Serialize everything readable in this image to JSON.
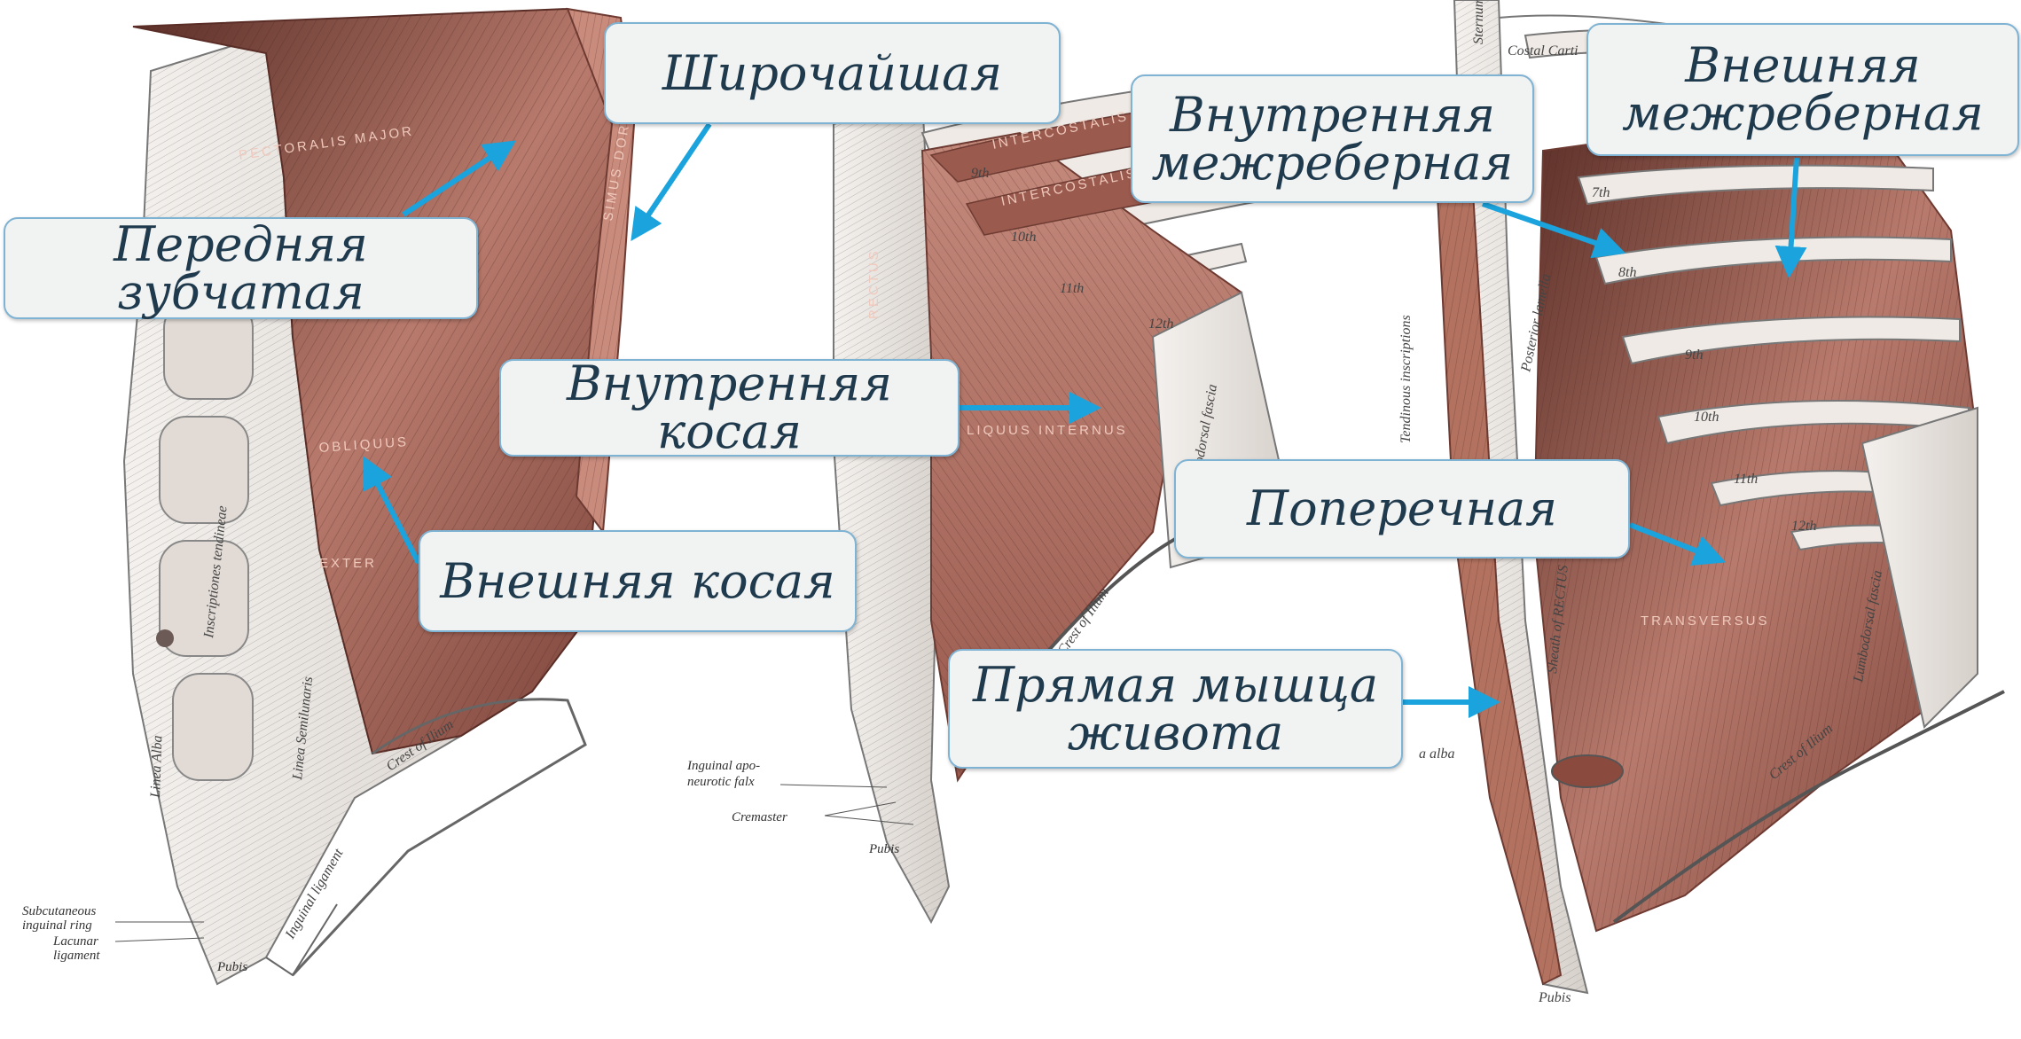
{
  "labels": {
    "latissimus": "Широчайшая",
    "serratus": "Передняя зубчатая",
    "internal_oblique": "Внутренняя косая",
    "external_oblique": "Внешняя косая",
    "internal_intercostal_1": "Внутренняя",
    "internal_intercostal_2": "межреберная",
    "external_intercostal_1": "Внешняя",
    "external_intercostal_2": "межреберная",
    "transverse": "Поперечная",
    "rectus_1": "Прямая мышца",
    "rectus_2": "живота"
  },
  "figure_text": {
    "pectoralis_major": "PECTORALIS MAJOR",
    "latissimus_dorsi": "SIMUS DOR",
    "obliquus": "OBLIQUUS",
    "exter": "EXTER",
    "linea_alba": "Linea Alba",
    "linea_semilunaris": "Linea Semilunaris",
    "inscriptiones_tendineae": "Inscriptiones tendineae",
    "crest_of_ilium_1": "Crest of Ilium",
    "inguinal_ligament": "Inguinal ligament",
    "subcutaneous_ring_1": "Subcutaneous",
    "subcutaneous_ring_2": "inguinal ring",
    "lacunar_1": "Lacunar",
    "lacunar_2": "ligament",
    "pubis_1": "Pubis",
    "intercostalis_ext": "INTERCOSTALIS EXT",
    "intercostalis_int": "INTERCOSTALIS INTERN",
    "rib_9": "9th",
    "rib_10": "10th",
    "rib_11": "11th",
    "rib_12": "12th",
    "rectus": "RECTUS",
    "obliquus_internus": "LIQUUS INTERNUS",
    "lumbodorsal": "Lumbodorsal fascia",
    "crest_of_ilium_2": "Crest of Ilium",
    "inguinal_apo_1": "Inguinal apo-",
    "inguinal_apo_2": "neurotic falx",
    "cremaster": "Cremaster",
    "pubis_2": "Pubis",
    "sternum": "Sternum",
    "costal_cartilage": "Costal Carti",
    "rib7": "7th",
    "rib8": "8th",
    "rib9b": "9th",
    "rib10b": "10th",
    "rib11b": "11th",
    "rib12b": "12th",
    "tendinous_inscriptions": "Tendinous inscriptions",
    "posterior_lamella": "Posterior lamella",
    "transversus": "TRANSVERSUS",
    "lumbodorsal_2": "Lumbodorsal fascia",
    "crest_of_ilium_3": "Crest of Ilium",
    "linea_alba_2": "a alba",
    "sheath_of_rectus": "Sheath of RECTUS",
    "pubis_3": "Pubis"
  },
  "colors": {
    "arrow": "#1aa3dc",
    "muscle": "#b06d60",
    "muscle_dark": "#6e3b33",
    "bone": "#e9e4df",
    "label_border": "#7fb3d3"
  }
}
